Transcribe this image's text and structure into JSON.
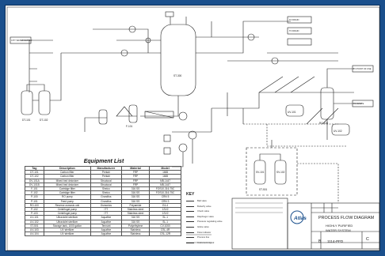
{
  "equipment_list": {
    "title": "Equipment List",
    "columns": [
      "Tag",
      "Description",
      "Manufacturer",
      "Material",
      "Model"
    ],
    "rows": [
      [
        "DT-101",
        "Carbon filter",
        "Pentair",
        "FRP",
        "1665"
      ],
      [
        "DT-102",
        "Carbon filter",
        "Pentair",
        "FRP",
        "1665"
      ],
      [
        "DV-101A",
        "Mixed bed deionizer",
        "Structural",
        "FRP",
        "MB-1447"
      ],
      [
        "DV-101B",
        "Mixed bed deionizer",
        "Structural",
        "FRP",
        "MB-1447"
      ],
      [
        "F-101",
        "Cartridge filter",
        "Shelco",
        "316 SS",
        "FOS10-316-75C"
      ],
      [
        "F-102",
        "Cartridge filter",
        "Shelco",
        "316 SS",
        "FOS10-316-75C"
      ],
      [
        "P-100",
        "RO pump",
        "Grundfos",
        "316 SS",
        "CRN 5"
      ],
      [
        "P-101",
        "Feed pump",
        "Grundfos",
        "316 SS",
        "CRN 3"
      ],
      [
        "RO-100",
        "Reverse osmosis unit",
        "Osmonics",
        "Polyamide",
        "E4-4"
      ],
      [
        "P-102",
        "Centrifugal pump",
        "ITT",
        "Stainless steel",
        "1SV2"
      ],
      [
        "P-103",
        "Centrifugal pump",
        "ITT",
        "Stainless steel",
        "1SV2"
      ],
      [
        "UV-101",
        "Ultraviolet sterilizer",
        "Aquafine",
        "316 SS",
        "SL-1"
      ],
      [
        "UV-102",
        "Ultraviolet sterilizer",
        "Aquafine",
        "316 SS",
        "SL-1"
      ],
      [
        "ST-501",
        "Storage tank, 1000 gallon",
        "Tennant",
        "Polyethylene",
        "CV-1000"
      ],
      [
        "UV-103",
        "UV sterilizer",
        "Aquafine",
        "Stainless",
        "CSL-4R"
      ],
      [
        "UV-104",
        "UV sterilizer",
        "Aquafine",
        "Stainless",
        "CSL-12R"
      ]
    ]
  },
  "key": {
    "title": "KEY",
    "items": [
      "Ball valve",
      "Butterfly valve",
      "Check valve",
      "Diaphragm valve",
      "Pressure regulating valve",
      "Globe valve",
      "Flow indicator",
      "Process line",
      "Instrument signal"
    ]
  },
  "title_block": {
    "company": "Atlas",
    "title": "PROCESS FLOW DIAGRAM",
    "subtitle1": "HIGHLY PURIFIED",
    "subtitle2": "WATER SYSTEM",
    "size": "B",
    "drawing_no": "1114-PFD",
    "rev": "C"
  },
  "labels": {
    "st300": "ST-300",
    "dt101": "DT-101",
    "dt102": "DT-102",
    "f101": "F-101",
    "ro100": "RO-100",
    "uv101": "UV-101",
    "uv102": "UV-102",
    "st501": "ST-501",
    "sv101": "SV-101",
    "sv102": "SV-102",
    "from_city": "CITY WATER SUPPLY",
    "to_drain1": "TO DRAIN",
    "to_drain2": "TO DRAIN",
    "to_users": "TO POINT OF USE",
    "to_waste": "TO WASTE"
  },
  "colors": {
    "line": "#222222",
    "frame": "#1a4f8c"
  }
}
